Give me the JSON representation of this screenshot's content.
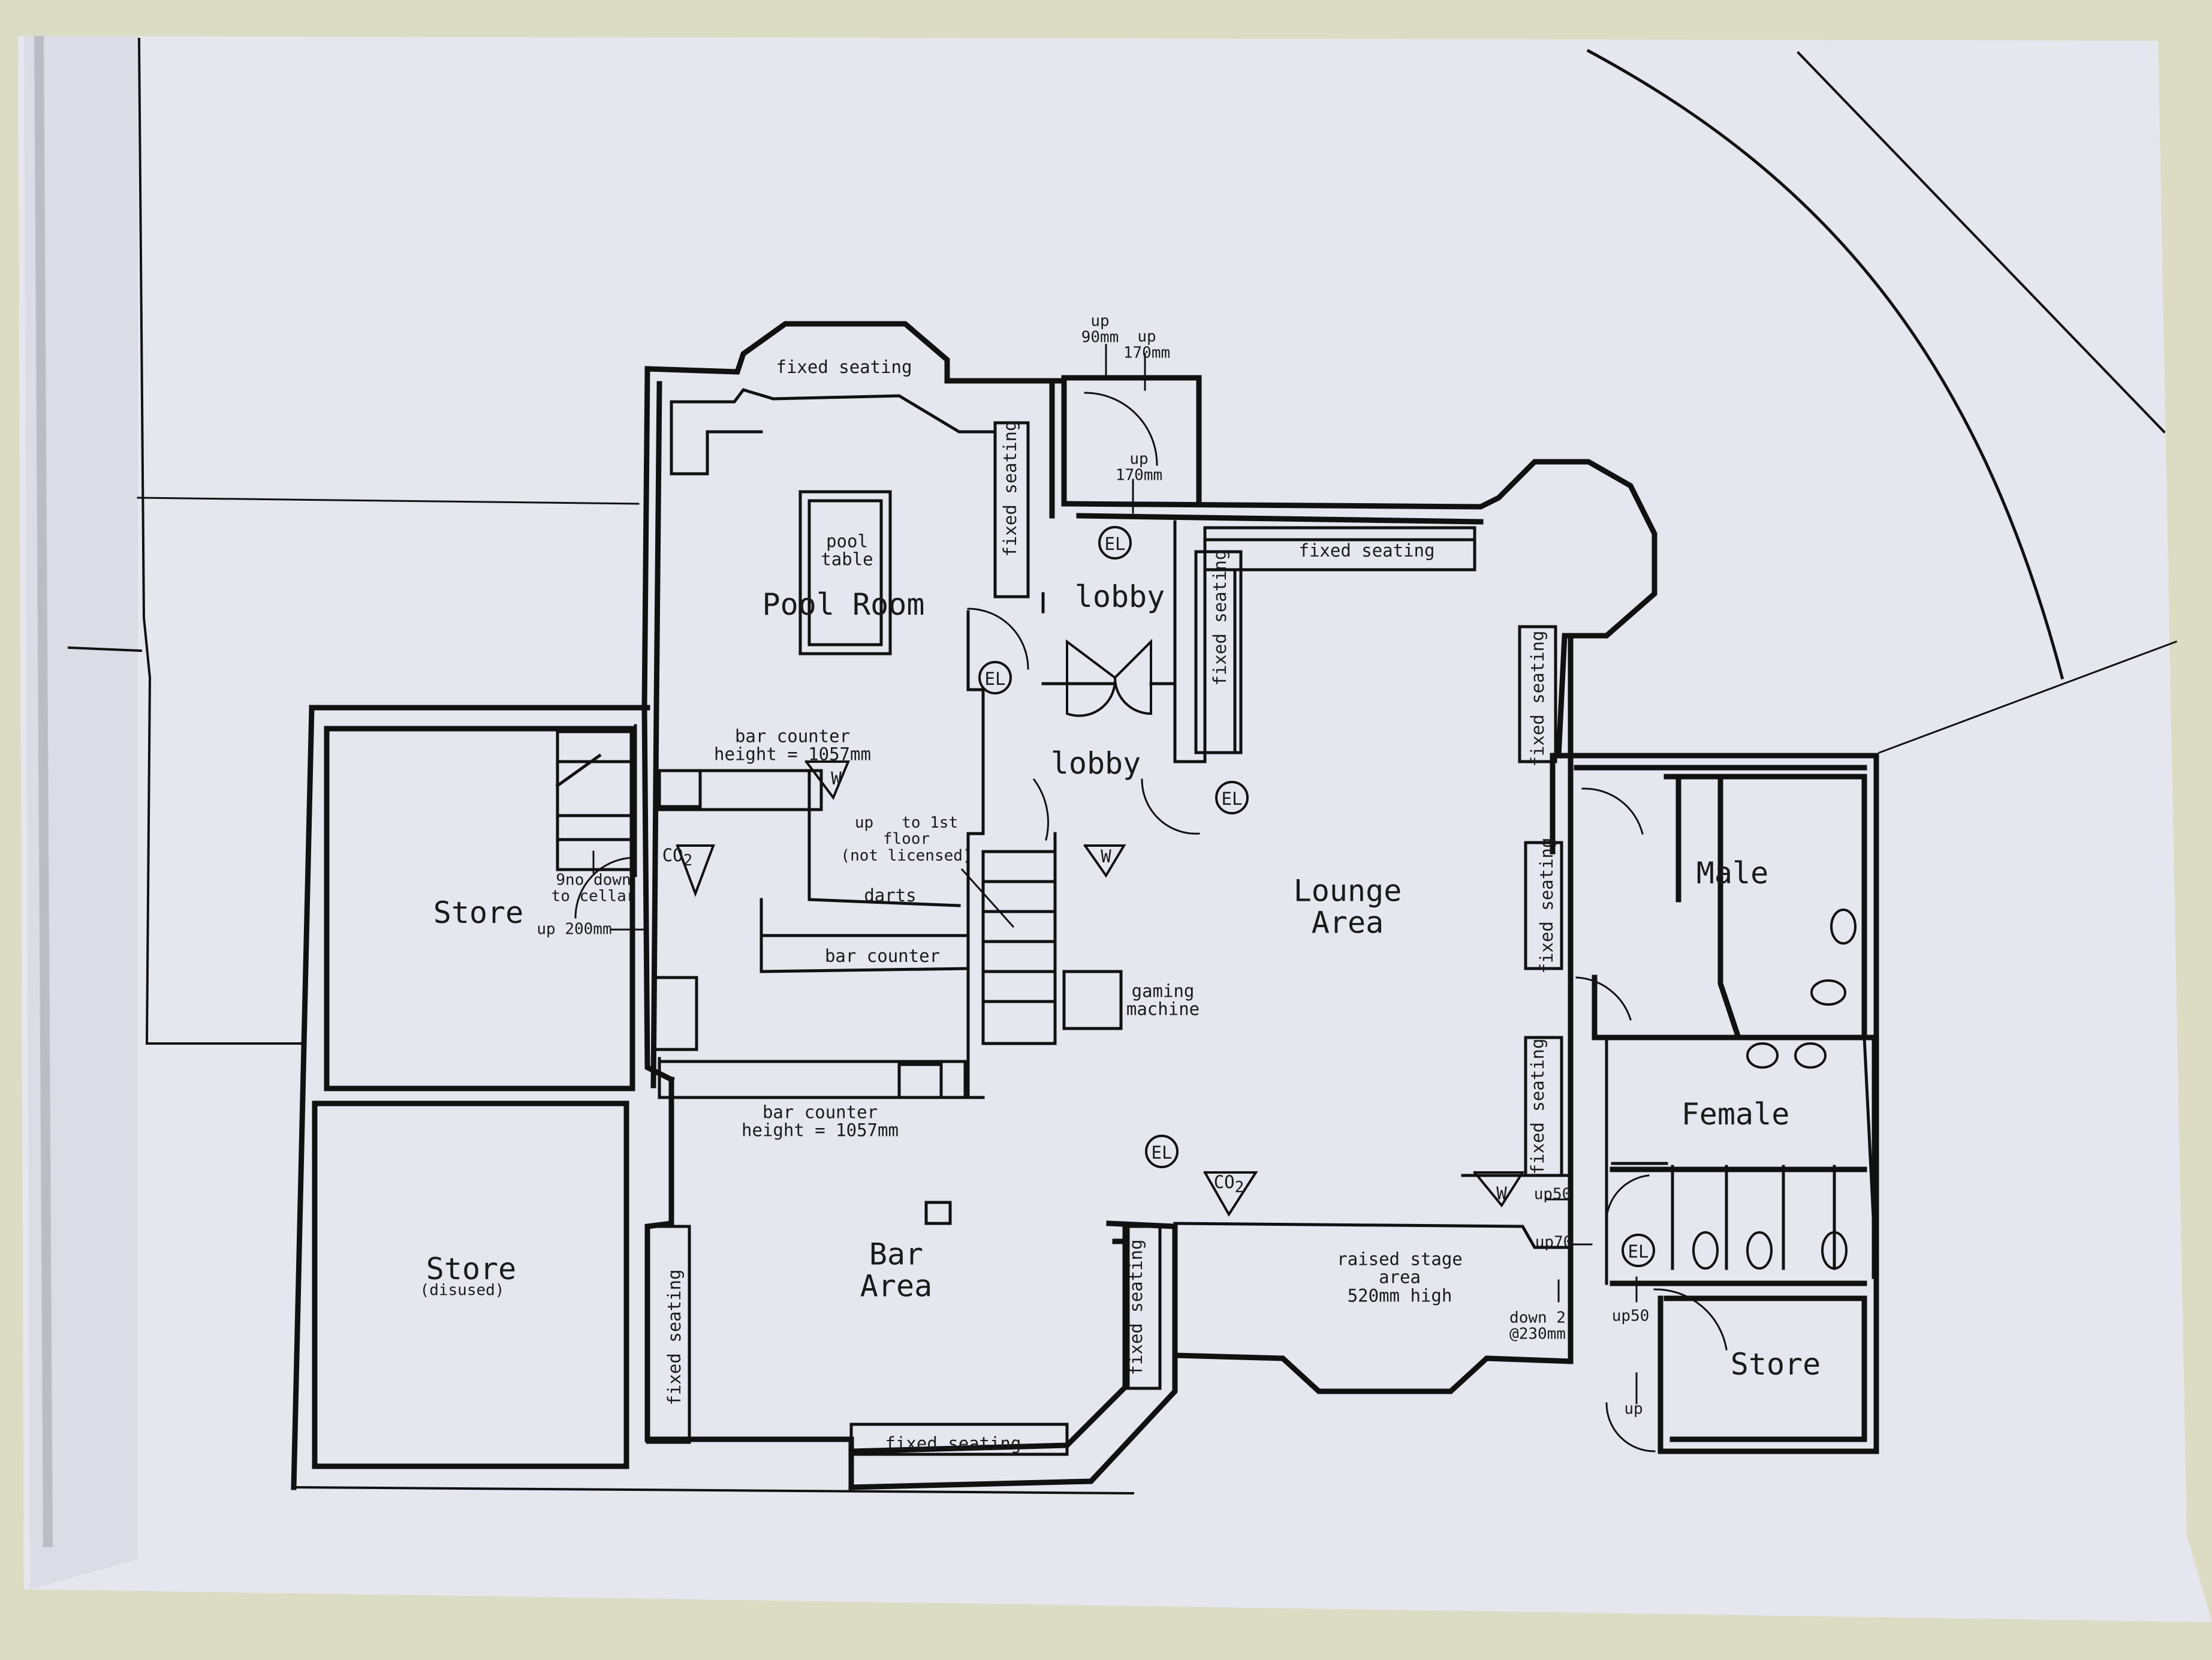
{
  "rooms": {
    "pool_room": "Pool Room",
    "lobby_upper": "lobby",
    "lobby_lower": "lobby",
    "lounge_area": "Lounge\nArea",
    "male": "Male",
    "female": "Female",
    "store_left": "Store",
    "store_disused": "Store",
    "store_disused_note": "(disused)",
    "bar_area": "Bar\nArea",
    "store_right": "Store"
  },
  "fixtures": {
    "pool_table": "pool\ntable",
    "gaming_machine": "gaming\nmachine",
    "darts": "darts",
    "bar_counter": "bar counter",
    "bar_counter_upper": "bar counter\nheight = 1057mm",
    "bar_counter_lower": "bar counter\nheight = 1057mm",
    "stairs_first_floor": "up   to 1st\nfloor\n(not licensed)",
    "stairs_cellar": "9no down\nto cellar",
    "raised_stage": "raised stage\narea\n520mm high"
  },
  "seating": {
    "top": "fixed seating",
    "pool_side": "fixed seating",
    "lounge_top": "fixed seating",
    "lounge_left": "fixed seating",
    "lounge_right_1": "fixed seating",
    "lounge_right_2": "fixed seating",
    "lounge_right_3": "fixed seating",
    "bar_left": "fixed seating",
    "bar_right": "fixed seating",
    "bar_bottom": "fixed seating"
  },
  "levels": {
    "up_90": "up\n90mm",
    "up_170_top": "up\n170mm",
    "up_170_lobby": "up\n170mm",
    "up_200": "up 200mm",
    "up50_a": "up50",
    "up70": "up70",
    "up50_b": "up50",
    "up_plain": "up",
    "down_2": "down 2\n@230mm"
  },
  "symbols": {
    "el": "EL",
    "co2": "CO",
    "co2_sub": "2",
    "w": "W"
  }
}
